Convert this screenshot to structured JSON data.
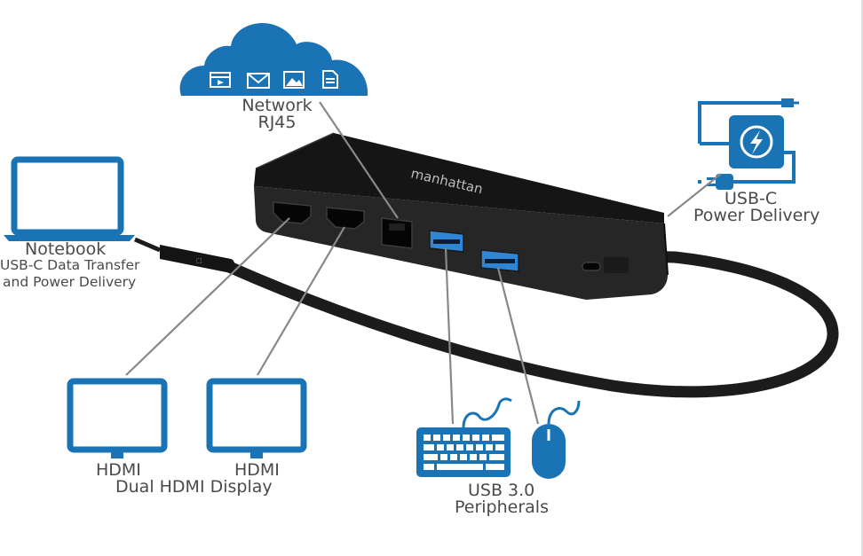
{
  "brand": {
    "logo_text": "manhattan"
  },
  "labels": {
    "network_title": "Network",
    "network_sub": "RJ45",
    "notebook_title": "Notebook",
    "notebook_line1": "USB-C Data Transfer",
    "notebook_line2": "and Power Delivery",
    "power_title": "USB-C",
    "power_sub": "Power Delivery",
    "hdmi_left": "HDMI",
    "hdmi_right": "HDMI",
    "dual_hdmi": "Dual HDMI Display",
    "usb_title": "USB 3.0",
    "usb_sub": "Peripherals"
  },
  "colors": {
    "accent_blue": "#1a73b5",
    "hub_body": "#262626",
    "usb3_port": "#2f86d4",
    "connector_line": "#888888",
    "label_text": "#4a4a4a"
  },
  "icons": [
    "cloud-icon",
    "video-icon",
    "mail-icon",
    "image-icon",
    "document-icon",
    "laptop-icon",
    "monitor-icon",
    "keyboard-icon",
    "mouse-icon",
    "power-adapter-icon",
    "lightning-icon",
    "plug-icon"
  ]
}
